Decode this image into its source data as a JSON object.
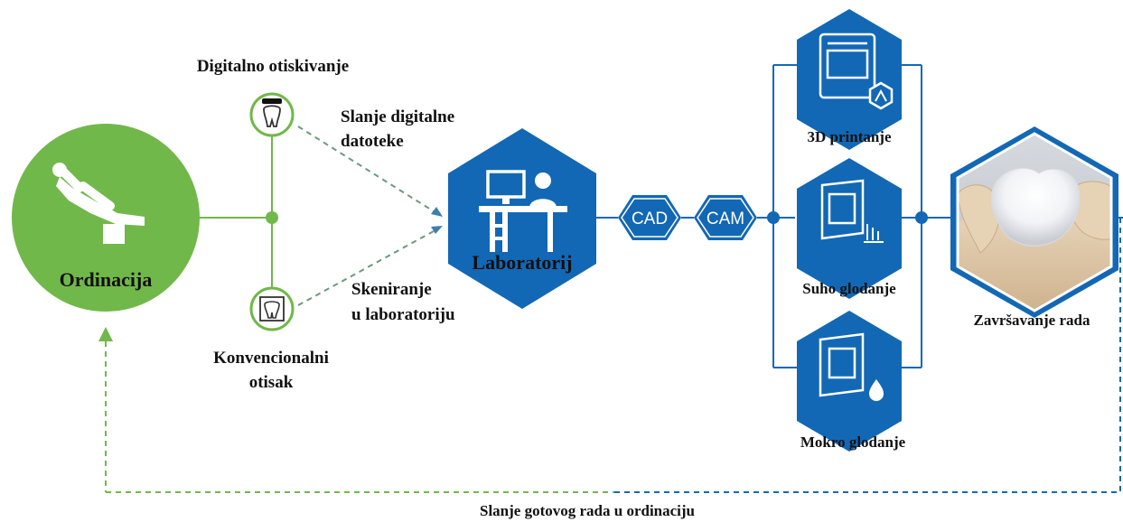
{
  "colors": {
    "green": "#71b84a",
    "blue": "#1368b5",
    "dark_blue": "#0d4f8c",
    "text": "#111111"
  },
  "nodes": {
    "ordinacija": {
      "label": "Ordinacija",
      "icon": "dental-chair-icon"
    },
    "digitalno": {
      "label": "Digitalno otiskivanje",
      "icon": "intraoral-scanner-tooth-icon"
    },
    "konvencionalni": {
      "line1": "Konvencionalni",
      "line2": "otisak",
      "icon": "impression-tray-tooth-icon"
    },
    "laboratorij": {
      "label": "Laboratorij",
      "icon": "lab-workstation-icon"
    },
    "cad": {
      "label": "CAD"
    },
    "cam": {
      "label": "CAM"
    },
    "printanje": {
      "label": "3D printanje",
      "icon": "3d-printer-icon"
    },
    "suho": {
      "label": "Suho glodanje",
      "icon": "dry-milling-machine-icon"
    },
    "mokro": {
      "label": "Mokro glodanje",
      "icon": "wet-milling-machine-icon"
    },
    "zavrsavanje": {
      "label": "Završavanje rada",
      "icon": "dental-crown-photo"
    }
  },
  "edges": {
    "slanje_digitalne": {
      "line1": "Slanje digitalne",
      "line2": "datoteke"
    },
    "skeniranje": {
      "line1": "Skeniranje",
      "line2": "u laboratoriju"
    },
    "povratak": {
      "label": "Slanje gotovog rada u ordinaciju"
    }
  }
}
